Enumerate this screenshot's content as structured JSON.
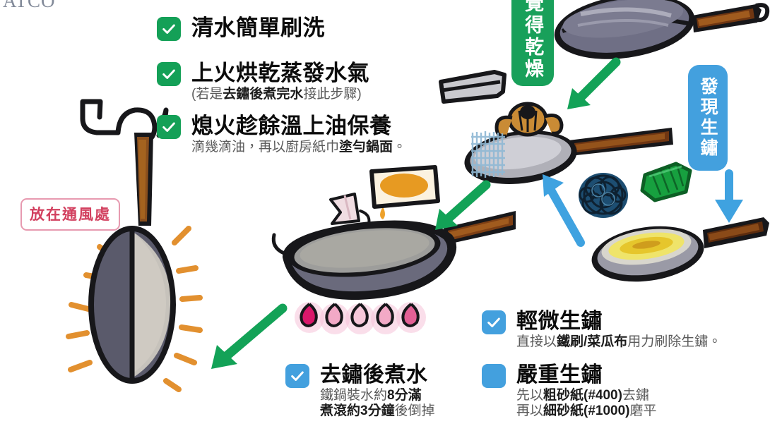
{
  "meta": {
    "watermark": "ATCO",
    "background": "#ffffff"
  },
  "colors": {
    "check_green": "#14a057",
    "check_blue": "#43a0de",
    "arrow_green": "#13a257",
    "arrow_blue": "#3fa2e0",
    "pill_pink_text": "#d2405f",
    "pill_pink_border": "#e79ab0",
    "badge_green": "#18a05a",
    "badge_blue": "#43a0de",
    "title_black": "#0b0b0b",
    "sub_gray": "#5a5a5a",
    "spark_orange": "#e2902f"
  },
  "checklist_top": [
    {
      "id": "rinse",
      "state": "checked",
      "box_color": "#14a057",
      "title": "清水簡單刷洗",
      "sub": "",
      "sub_bold": ""
    },
    {
      "id": "dry-on-heat",
      "state": "checked",
      "box_color": "#14a057",
      "title": "上火烘乾蒸發水氣",
      "sub_prefix": "(若是",
      "sub_bold": "去鏽後煮完水",
      "sub_suffix": "接此步驟)"
    },
    {
      "id": "oil-season",
      "state": "checked",
      "box_color": "#14a057",
      "title": "熄火趁餘溫上油保養",
      "sub_prefix": "滴幾滴油，再以廚房紙巾",
      "sub_bold": "塗勻鍋面",
      "sub_suffix": "。"
    }
  ],
  "checklist_bottom_center": [
    {
      "id": "boil-after-derust",
      "state": "checked",
      "box_color": "#43a0de",
      "title": "去鏽後煮水",
      "lines": [
        {
          "prefix": "鐵鍋裝水約",
          "bold": "8分滿",
          "suffix": ""
        },
        {
          "prefix": "",
          "bold": "煮滾約3分鐘",
          "suffix": "後倒掉"
        }
      ]
    }
  ],
  "checklist_bottom_right": [
    {
      "id": "light-rust",
      "state": "checked",
      "box_color": "#43a0de",
      "title": "輕微生鏽",
      "lines": [
        {
          "prefix": "直接以",
          "bold": "鐵刷/菜瓜布",
          "suffix": "用力刷除生鏽。"
        }
      ]
    },
    {
      "id": "heavy-rust",
      "state": "unchecked",
      "box_color": "#43a0de",
      "title": "嚴重生鏽",
      "lines": [
        {
          "prefix": "先以",
          "bold": "粗砂紙(#400)",
          "suffix": "去鏽"
        },
        {
          "prefix": "再以",
          "bold": "細砂紙(#1000)",
          "suffix": "磨平"
        }
      ]
    }
  ],
  "labels": {
    "hang_ventilated": "放在通風處",
    "feels_dry": "覺得乾燥",
    "found_rust": "發現生鏽"
  },
  "illustrations": [
    {
      "id": "hanging-pan",
      "name": "hanging-pan-on-hook-illustration"
    },
    {
      "id": "pan-on-flame",
      "name": "pan-on-flame-with-oil-illustration"
    },
    {
      "id": "pan-with-brush",
      "name": "pan-being-scrubbed-illustration"
    },
    {
      "id": "clean-pan-top",
      "name": "clean-dry-pan-illustration"
    },
    {
      "id": "rusty-pan",
      "name": "rusty-pan-illustration"
    },
    {
      "id": "steel-wool",
      "name": "steel-wool-scrubber-illustration"
    },
    {
      "id": "green-sponge",
      "name": "green-scouring-pad-illustration"
    },
    {
      "id": "sandpaper",
      "name": "sandpaper-sheet-illustration"
    },
    {
      "id": "oil-bottle",
      "name": "oil-bottle-illustration"
    },
    {
      "id": "paper-towel",
      "name": "paper-towel-illustration"
    }
  ],
  "arrows": [
    {
      "id": "a1",
      "name": "arrow-dry-to-oil",
      "color": "#13a257",
      "dir": "down-left"
    },
    {
      "id": "a2",
      "name": "arrow-oil-to-flame",
      "color": "#13a257",
      "dir": "down-left"
    },
    {
      "id": "a3",
      "name": "arrow-flame-to-hanging",
      "color": "#13a257",
      "dir": "down-left"
    },
    {
      "id": "a4",
      "name": "arrow-rust-to-scrub",
      "color": "#3fa2e0",
      "dir": "down"
    },
    {
      "id": "a5",
      "name": "arrow-scrub-to-oil",
      "color": "#3fa2e0",
      "dir": "up-left"
    }
  ]
}
